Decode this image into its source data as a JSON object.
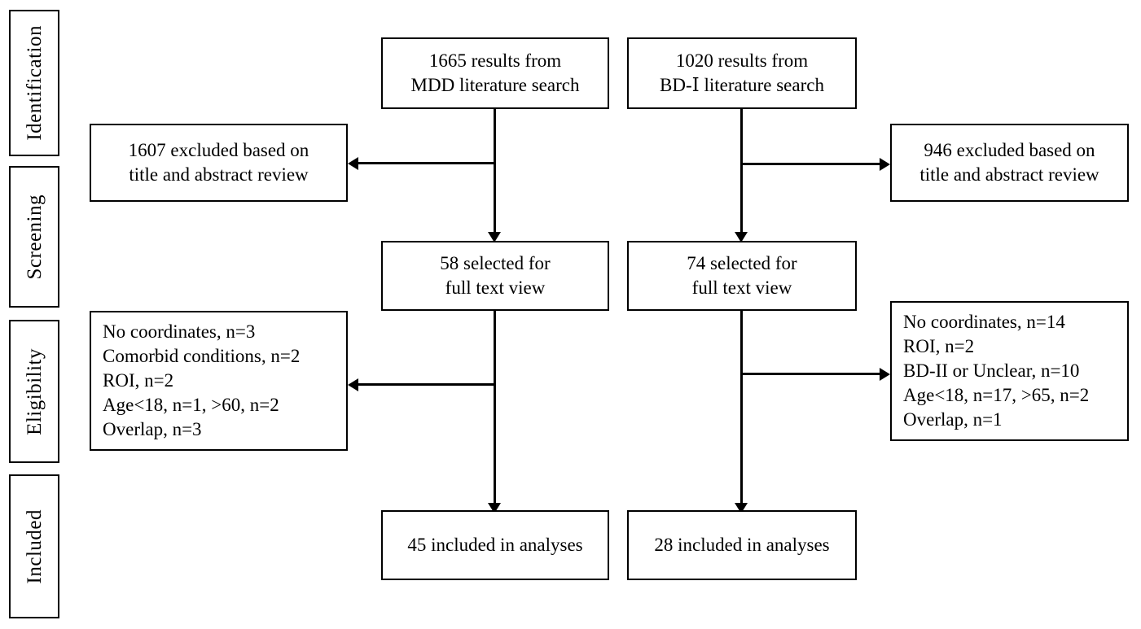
{
  "figure": {
    "type": "prisma-flow-diagram",
    "stages": [
      {
        "key": "identification",
        "label": "Identification"
      },
      {
        "key": "screening",
        "label": "Screening"
      },
      {
        "key": "eligibility",
        "label": "Eligibility"
      },
      {
        "key": "included",
        "label": "Included"
      }
    ],
    "columns": [
      {
        "key": "mdd",
        "name": "MDD"
      },
      {
        "key": "bd1",
        "name": "BD-Ⅰ"
      }
    ],
    "boxes": {
      "mdd_identification": {
        "lines": [
          "1665 results from",
          "MDD literature search"
        ]
      },
      "bd1_identification": {
        "lines": [
          "1020 results from",
          "BD-Ⅰ literature search"
        ]
      },
      "mdd_excluded_screening": {
        "lines": [
          "1607 excluded based on",
          "title and abstract review"
        ]
      },
      "bd1_excluded_screening": {
        "lines": [
          "946 excluded based on",
          "title and abstract review"
        ]
      },
      "mdd_fulltext": {
        "lines": [
          "58 selected for",
          "full text view"
        ]
      },
      "bd1_fulltext": {
        "lines": [
          "74 selected for",
          "full text view"
        ]
      },
      "mdd_excluded_eligibility": {
        "lines": [
          "No coordinates, n=3",
          "Comorbid conditions, n=2",
          "ROI, n=2",
          "Age<18, n=1, >60, n=2",
          "Overlap, n=3"
        ]
      },
      "bd1_excluded_eligibility": {
        "lines": [
          "No coordinates, n=14",
          "ROI, n=2",
          "BD-II or Unclear, n=10",
          "Age<18, n=17, >65, n=2",
          "Overlap, n=1"
        ]
      },
      "mdd_included": {
        "lines": [
          "45 included in analyses"
        ]
      },
      "bd1_included": {
        "lines": [
          "28 included in analyses"
        ]
      }
    },
    "colors": {
      "stroke": "#000000",
      "background": "#ffffff",
      "text": "#000000"
    }
  }
}
